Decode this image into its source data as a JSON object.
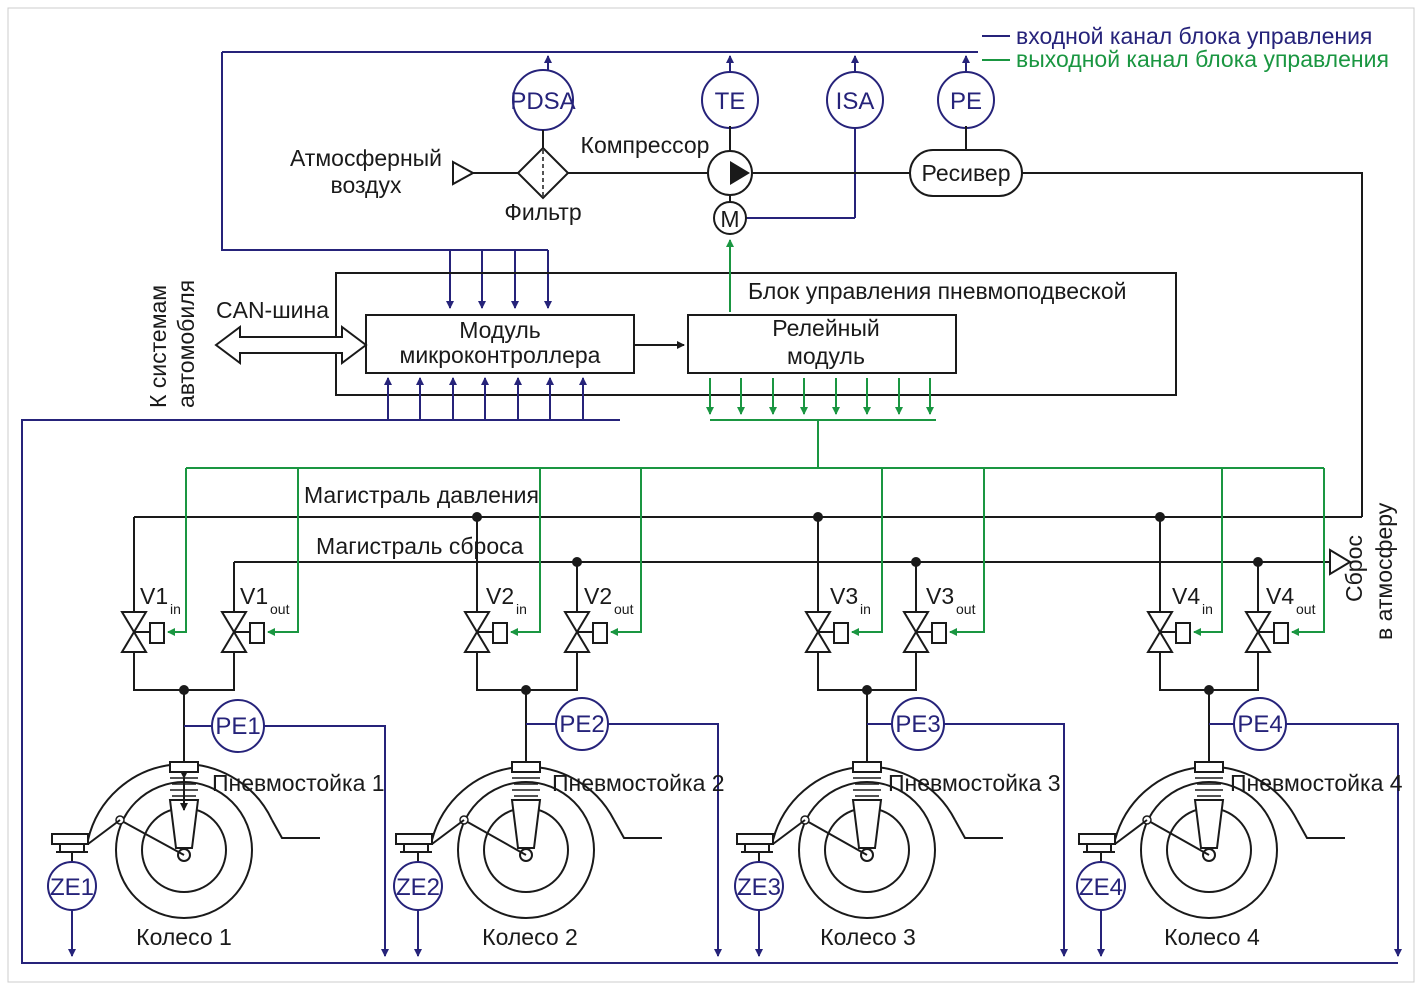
{
  "legend": {
    "input": "входной канал блока управления",
    "output": "выходной канал блока управления",
    "input_color": "#26237a",
    "output_color": "#1a9641"
  },
  "labels": {
    "atm_air_1": "Атмосферный",
    "atm_air_2": "воздух",
    "filter": "Фильтр",
    "compressor": "Компрессор",
    "motor": "M",
    "receiver": "Ресивер",
    "control_unit": "Блок управления пневмоподвеской",
    "mcu_1": "Модуль",
    "mcu_2": "микроконтроллера",
    "relay_1": "Релейный",
    "relay_2": "модуль",
    "can": "CAN-шина",
    "to_systems_1": "К системам",
    "to_systems_2": "автомобиля",
    "pressure_line": "Магистраль давления",
    "exhaust_line": "Магистраль сброса",
    "vent_1": "Сброс",
    "vent_2": "в атмосферу"
  },
  "instruments": [
    "PDSA",
    "TE",
    "ISA",
    "PE"
  ],
  "valves_in": [
    "V1",
    "V2",
    "V3",
    "V4"
  ],
  "valves_out": [
    "V1",
    "V2",
    "V3",
    "V4"
  ],
  "valve_sub_in": "in",
  "valve_sub_out": "out",
  "corners": [
    {
      "pe": "PE1",
      "ze": "ZE1",
      "strut": "Пневмостойка 1",
      "wheel": "Колесо 1"
    },
    {
      "pe": "PE2",
      "ze": "ZE2",
      "strut": "Пневмостойка 2",
      "wheel": "Колесо 2"
    },
    {
      "pe": "PE3",
      "ze": "ZE3",
      "strut": "Пневмостойка 3",
      "wheel": "Колесо 3"
    },
    {
      "pe": "PE4",
      "ze": "ZE4",
      "strut": "Пневмостойка 4",
      "wheel": "Колесо 4"
    }
  ]
}
